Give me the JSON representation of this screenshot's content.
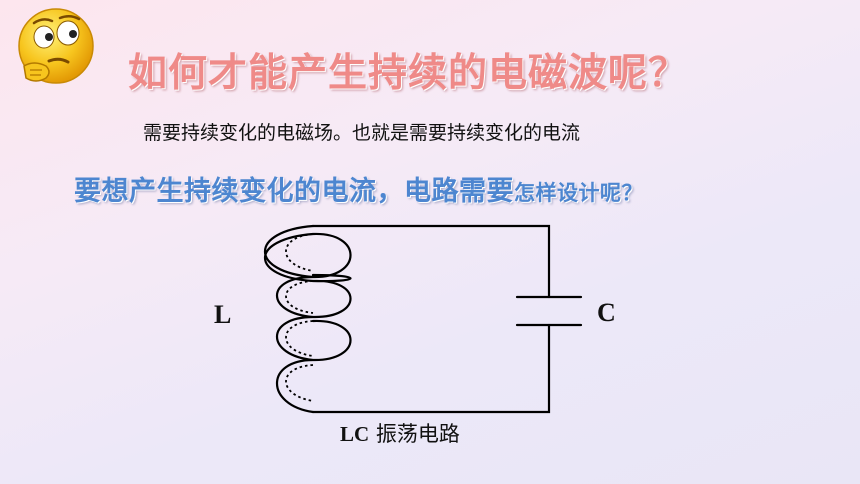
{
  "slide": {
    "title": "如何才能产生持续的电磁波呢？",
    "subtitle": "需要持续变化的电磁场。也就是需要持续变化的电流",
    "question_main": "要想产生持续变化的电流，电路需要",
    "question_tail": "怎样设计呢？",
    "inductor_label": "L",
    "capacitor_label": "C",
    "caption_lc": "LC",
    "caption_text": " 振荡电路",
    "emoji_icon": "thinking-face-icon"
  },
  "colors": {
    "title": "#ef8a88",
    "question": "#4d86d0"
  }
}
